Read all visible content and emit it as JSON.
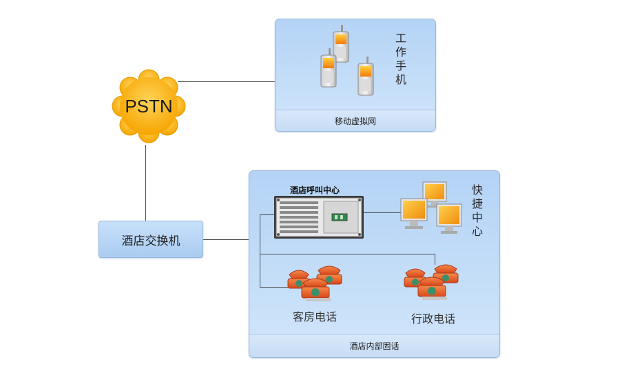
{
  "cloud": {
    "label": "PSTN"
  },
  "mobile_panel": {
    "vertical_label": "工作手机",
    "footer": "移动虚拟网"
  },
  "switch": {
    "label": "酒店交换机"
  },
  "hotel_panel": {
    "call_center_label": "酒店呼叫中心",
    "vertical_label": "快捷中心",
    "guest_phone_label": "客房电话",
    "admin_phone_label": "行政电话",
    "footer": "酒店内部固话"
  },
  "colors": {
    "cloud": "#f9b10a",
    "panel": "#b4d3f5",
    "phone": "#e8622b",
    "monitor": "#f9a91a"
  }
}
